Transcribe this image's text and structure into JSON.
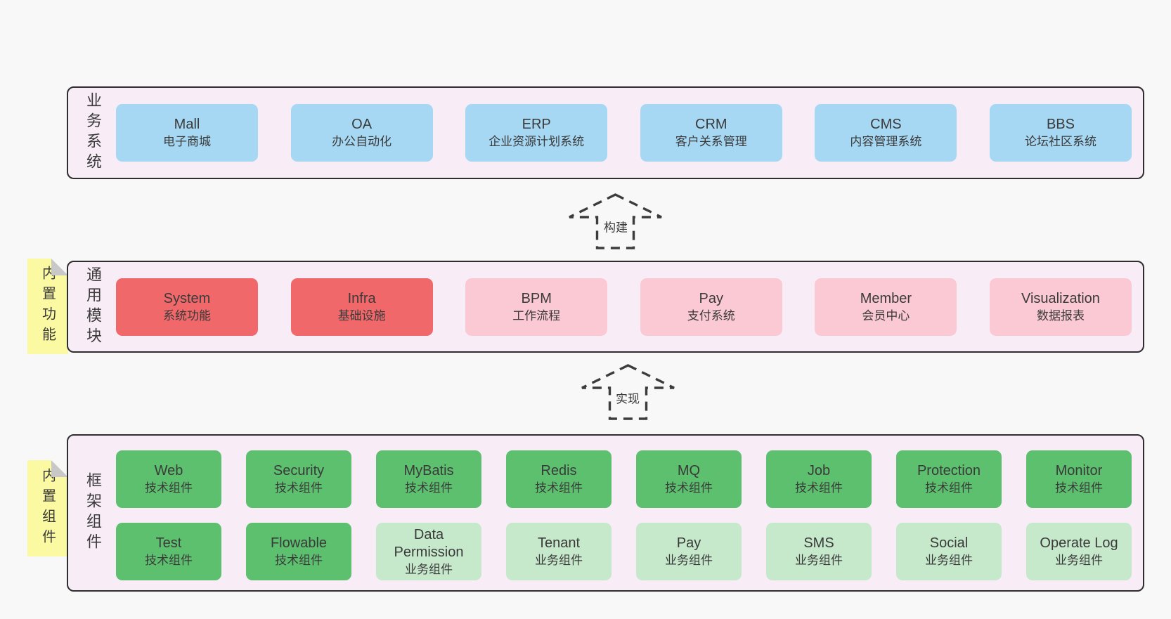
{
  "palette": {
    "page-bg": "#f8f8f8",
    "band-bg": "#f8edf6",
    "band-border": "#2e2e2e",
    "text": "#3a3a3a",
    "box-blue": "#a7d8f3",
    "box-red": "#f1686a",
    "box-pink": "#fbc9d3",
    "box-green": "#5cc06e",
    "box-green-light": "#c6e9cb",
    "note-yellow": "#fbfaa2",
    "note-fold": "#c8c8c8",
    "arrow-dash": "#3c3c3c"
  },
  "bands": [
    {
      "label": "业务系统",
      "boxes": [
        {
          "title": "Mall",
          "subtitle": "电子商城",
          "color": "blue"
        },
        {
          "title": "OA",
          "subtitle": "办公自动化",
          "color": "blue"
        },
        {
          "title": "ERP",
          "subtitle": "企业资源计划系统",
          "color": "blue"
        },
        {
          "title": "CRM",
          "subtitle": "客户关系管理",
          "color": "blue"
        },
        {
          "title": "CMS",
          "subtitle": "内容管理系统",
          "color": "blue"
        },
        {
          "title": "BBS",
          "subtitle": "论坛社区系统",
          "color": "blue"
        }
      ]
    },
    {
      "label": "通用模块",
      "note": "内置功能",
      "boxes": [
        {
          "title": "System",
          "subtitle": "系统功能",
          "color": "red"
        },
        {
          "title": "Infra",
          "subtitle": "基础设施",
          "color": "red"
        },
        {
          "title": "BPM",
          "subtitle": "工作流程",
          "color": "pink"
        },
        {
          "title": "Pay",
          "subtitle": "支付系统",
          "color": "pink"
        },
        {
          "title": "Member",
          "subtitle": "会员中心",
          "color": "pink"
        },
        {
          "title": "Visualization",
          "subtitle": "数据报表",
          "color": "pink"
        }
      ]
    },
    {
      "label": "框架组件",
      "note": "内置组件",
      "rows": [
        [
          {
            "title": "Web",
            "subtitle": "技术组件",
            "color": "green"
          },
          {
            "title": "Security",
            "subtitle": "技术组件",
            "color": "green"
          },
          {
            "title": "MyBatis",
            "subtitle": "技术组件",
            "color": "green"
          },
          {
            "title": "Redis",
            "subtitle": "技术组件",
            "color": "green"
          },
          {
            "title": "MQ",
            "subtitle": "技术组件",
            "color": "green"
          },
          {
            "title": "Job",
            "subtitle": "技术组件",
            "color": "green"
          },
          {
            "title": "Protection",
            "subtitle": "技术组件",
            "color": "green"
          },
          {
            "title": "Monitor",
            "subtitle": "技术组件",
            "color": "green"
          }
        ],
        [
          {
            "title": "Test",
            "subtitle": "技术组件",
            "color": "green"
          },
          {
            "title": "Flowable",
            "subtitle": "技术组件",
            "color": "green"
          },
          {
            "title": "Data Permission",
            "subtitle": "业务组件",
            "color": "green-light"
          },
          {
            "title": "Tenant",
            "subtitle": "业务组件",
            "color": "green-light"
          },
          {
            "title": "Pay",
            "subtitle": "业务组件",
            "color": "green-light"
          },
          {
            "title": "SMS",
            "subtitle": "业务组件",
            "color": "green-light"
          },
          {
            "title": "Social",
            "subtitle": "业务组件",
            "color": "green-light"
          },
          {
            "title": "Operate Log",
            "subtitle": "业务组件",
            "color": "green-light"
          }
        ]
      ]
    }
  ],
  "arrows": [
    {
      "label": "构建"
    },
    {
      "label": "实现"
    }
  ]
}
